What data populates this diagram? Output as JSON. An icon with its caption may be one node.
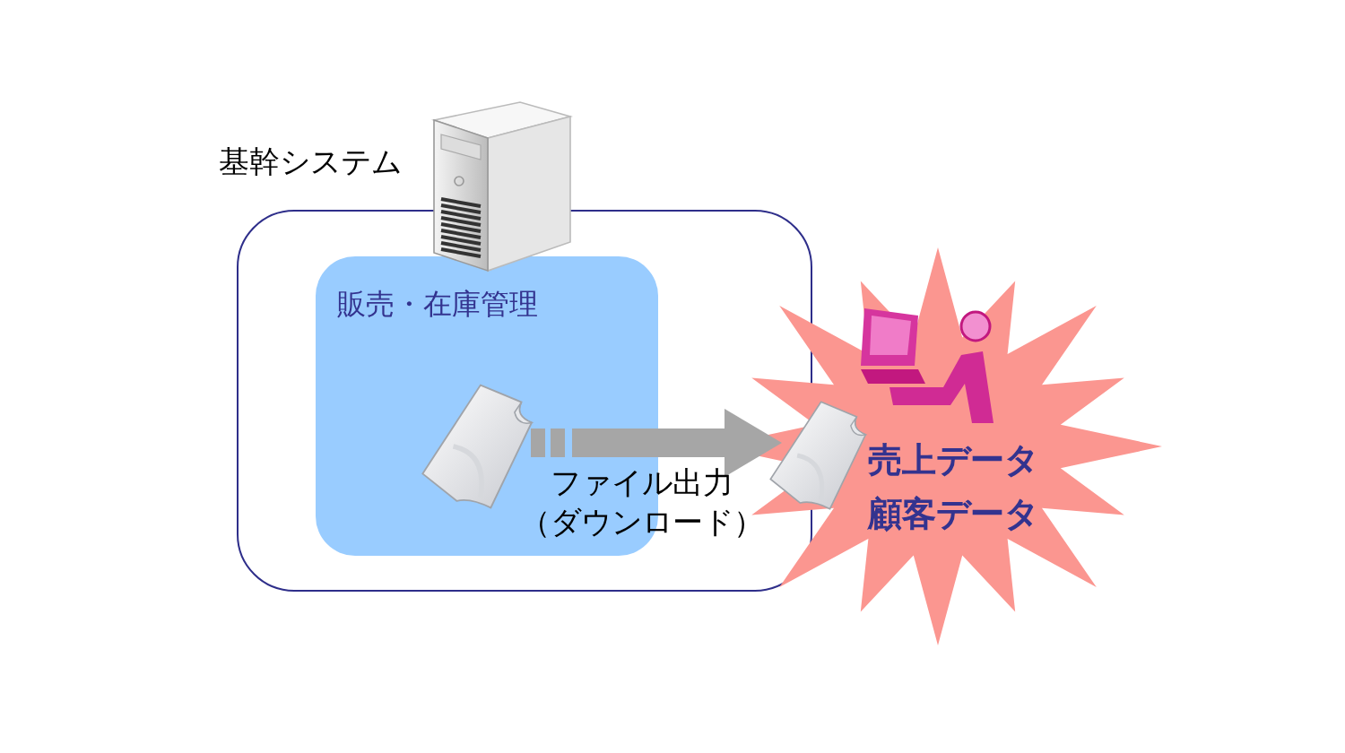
{
  "diagram": {
    "nodes": [
      {
        "text": [
          "基幹システム"
        ]
      },
      {
        "text": [
          "販売・在庫管理"
        ],
        "in": 0
      },
      {
        "text": [],
        "shape": "picture",
        "in": 1
      },
      {
        "text": [
          "売上データ",
          "顧客データ"
        ]
      },
      {
        "text": [],
        "shape": "picture",
        "in": 3
      }
    ],
    "edges": [
      {
        "from": 2,
        "to": 4,
        "arrow": "to",
        "label": "ファイル出力（ダウンロード）"
      }
    ]
  }
}
